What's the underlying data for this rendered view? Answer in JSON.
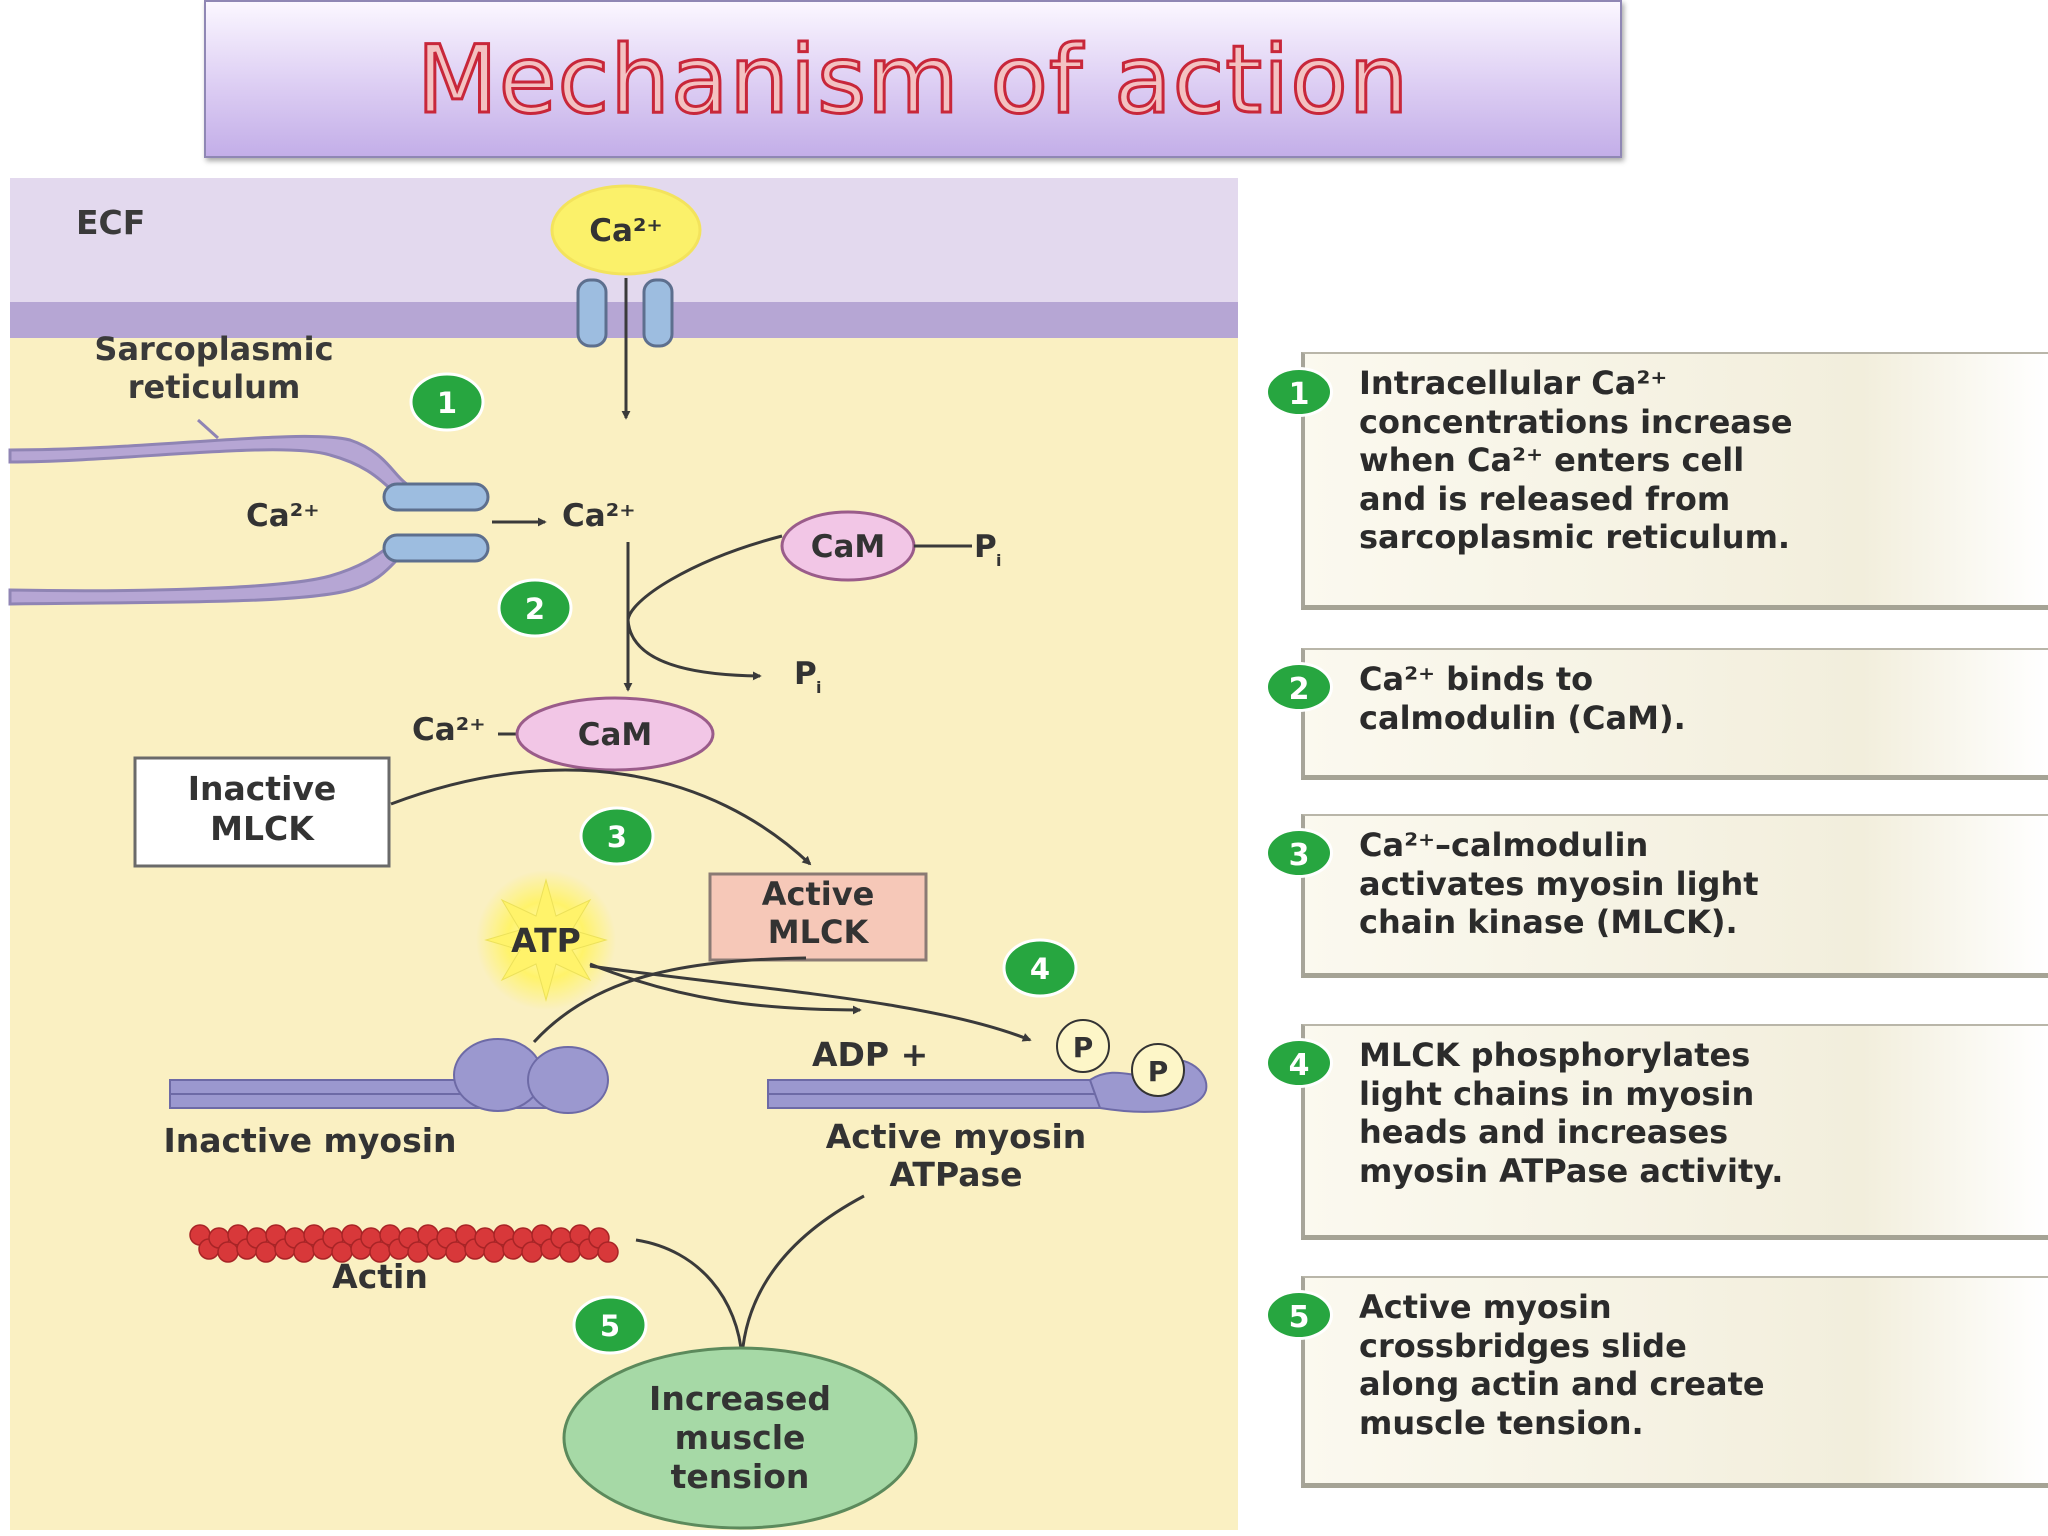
{
  "title": "Mechanism of action",
  "diagram": {
    "ecf_label": "ECF",
    "ca_ion": "Ca²⁺",
    "sarcoplasmic_reticulum": [
      "Sarcoplasmic",
      "reticulum"
    ],
    "cam": "CaM",
    "pi": "P",
    "pi_sub": "i",
    "inactive_mlck": [
      "Inactive",
      "MLCK"
    ],
    "active_mlck": [
      "Active",
      "MLCK"
    ],
    "atp": "ATP",
    "adp": "ADP +",
    "phosphate": "P",
    "inactive_myosin": "Inactive myosin",
    "active_myosin": [
      "Active myosin",
      "ATPase"
    ],
    "actin": "Actin",
    "tension": [
      "Increased",
      "muscle",
      "tension"
    ],
    "badges": [
      "1",
      "2",
      "3",
      "4",
      "5"
    ]
  },
  "steps": [
    {
      "number": "1",
      "text": "Intracellular Ca²⁺\nconcentrations increase\nwhen Ca²⁺ enters cell\nand is released from\nsarcoplasmic reticulum."
    },
    {
      "number": "2",
      "text": "Ca²⁺ binds to\ncalmodulin (CaM)."
    },
    {
      "number": "3",
      "text": "Ca²⁺–calmodulin\nactivates myosin light\nchain kinase (MLCK)."
    },
    {
      "number": "4",
      "text": "MLCK phosphorylates\nlight chains in myosin\nheads and increases\nmyosin ATPase activity."
    },
    {
      "number": "5",
      "text": "Active myosin\ncrossbridges slide\nalong actin and create\nmuscle tension."
    }
  ],
  "colors": {
    "cytoplasm": "#faf0c2",
    "ecf": "#e3d9ee",
    "membrane": "#b6a6d4",
    "calcium": "#fbf16a",
    "calmodulin": "#f2c6e6",
    "active_mlck": "#f6c8b8",
    "myosin": "#9b98cf",
    "actin": "#d8383a",
    "tension": "#a6d9a6",
    "badge": "#27a640",
    "title_text": "#f3c2c2",
    "title_outline": "#c8273a"
  }
}
